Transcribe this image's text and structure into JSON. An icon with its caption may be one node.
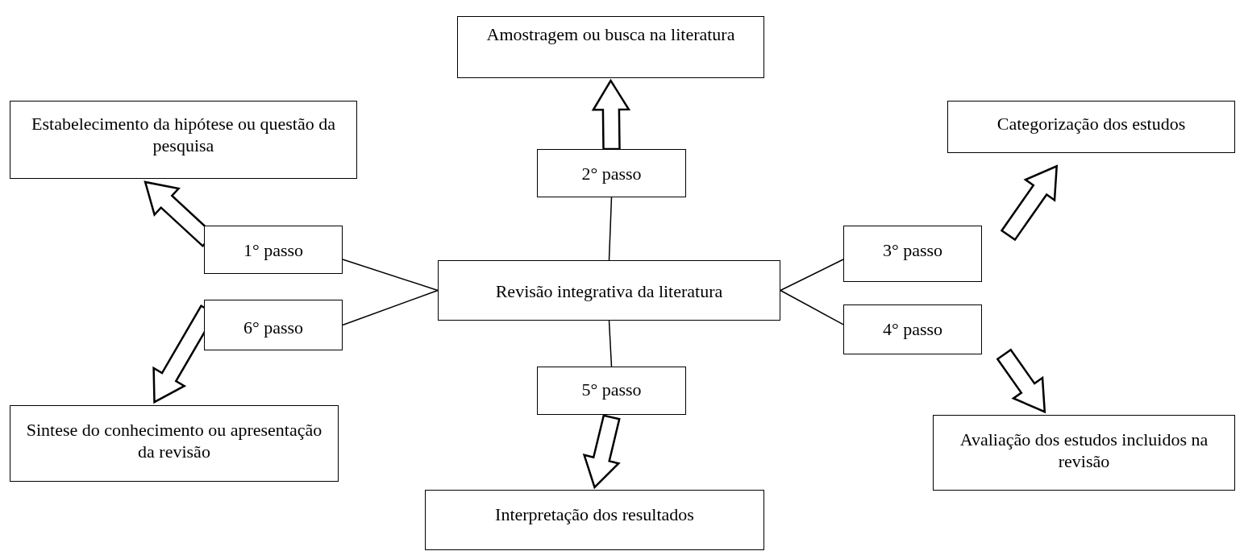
{
  "diagram": {
    "nodes": [
      {
        "text": [
          "Amostragem ou busca na literatura"
        ]
      },
      {
        "text": [
          "Estabelecimento da hipótese ou questão da pesquisa"
        ]
      },
      {
        "text": [
          "Categorização dos estudos"
        ]
      },
      {
        "text": [
          "2° passo"
        ]
      },
      {
        "text": [
          "1° passo"
        ]
      },
      {
        "text": [
          "3° passo"
        ]
      },
      {
        "text": [
          "Revisão integrativa da literatura"
        ]
      },
      {
        "text": [
          "6° passo"
        ]
      },
      {
        "text": [
          "4° passo"
        ]
      },
      {
        "text": [
          "5° passo"
        ]
      },
      {
        "text": [
          "Sintese do conhecimento ou apresentação da revisão"
        ]
      },
      {
        "text": [
          "Avaliação dos estudos incluidos na revisão"
        ]
      },
      {
        "text": [
          "Interpretação dos resultados"
        ]
      }
    ],
    "edges": [
      {
        "from": 6,
        "to": 4,
        "arrow": "none"
      },
      {
        "from": 6,
        "to": 7,
        "arrow": "none"
      },
      {
        "from": 6,
        "to": 3,
        "arrow": "none"
      },
      {
        "from": 6,
        "to": 5,
        "arrow": "none"
      },
      {
        "from": 6,
        "to": 8,
        "arrow": "none"
      },
      {
        "from": 6,
        "to": 9,
        "arrow": "none"
      },
      {
        "from": 3,
        "to": 0,
        "arrow": "to",
        "style": "thick"
      },
      {
        "from": 9,
        "to": 12,
        "arrow": "to",
        "style": "thick"
      },
      {
        "from": 4,
        "to": 1,
        "arrow": "to",
        "style": "thick"
      },
      {
        "from": 5,
        "to": 2,
        "arrow": "to",
        "style": "thick"
      },
      {
        "from": 7,
        "to": 10,
        "arrow": "to",
        "style": "thick"
      },
      {
        "from": 8,
        "to": 11,
        "arrow": "to",
        "style": "thick"
      }
    ]
  }
}
